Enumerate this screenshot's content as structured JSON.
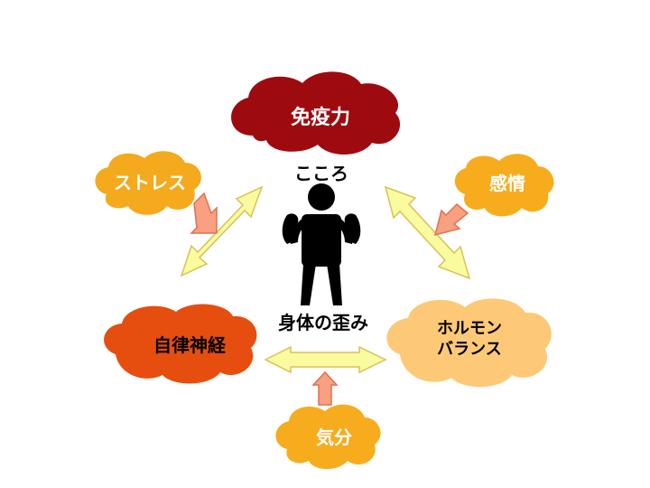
{
  "nodes": {
    "immunity": {
      "label": "免疫力",
      "color": "#9e0b0f",
      "text_color": "#ffffff"
    },
    "stress": {
      "label": "ストレス",
      "color": "#f4aa1c",
      "text_color": "#ffffff"
    },
    "emotion": {
      "label": "感情",
      "color": "#f7ac1e",
      "text_color": "#ffffff"
    },
    "autonomic_nerves": {
      "label": "自律神経",
      "color": "#e54e0f",
      "text_color": "#000000"
    },
    "hormone_balance": {
      "label_line1": "ホルモン",
      "label_line2": "バランス",
      "color": "#fdc977",
      "text_color": "#000000"
    },
    "mood": {
      "label": "気分",
      "color": "#f7ac1e",
      "text_color": "#ffffff"
    }
  },
  "center": {
    "top_label": "こころ",
    "bottom_label": "身体の歪み",
    "figure_icon": "person-flexing-icon"
  },
  "colors": {
    "double_arrow_fill": "#fafa9e",
    "double_arrow_stroke": "#d8c25a",
    "input_arrow_fill": "#f8a080",
    "input_arrow_stroke": "#e07050"
  }
}
